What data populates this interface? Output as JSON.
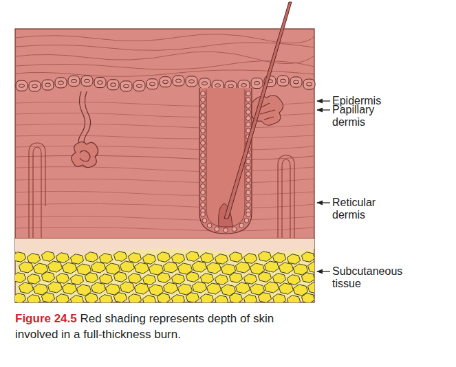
{
  "diagram": {
    "caption": "Red shading represents depth of skin involved in a full-thickness burn.",
    "labels": [
      "Epidermis",
      "Papillary dermis",
      "Reticular dermis",
      "Subcutaneous tissue",
      "Figure 24.5"
    ]
  }
}
